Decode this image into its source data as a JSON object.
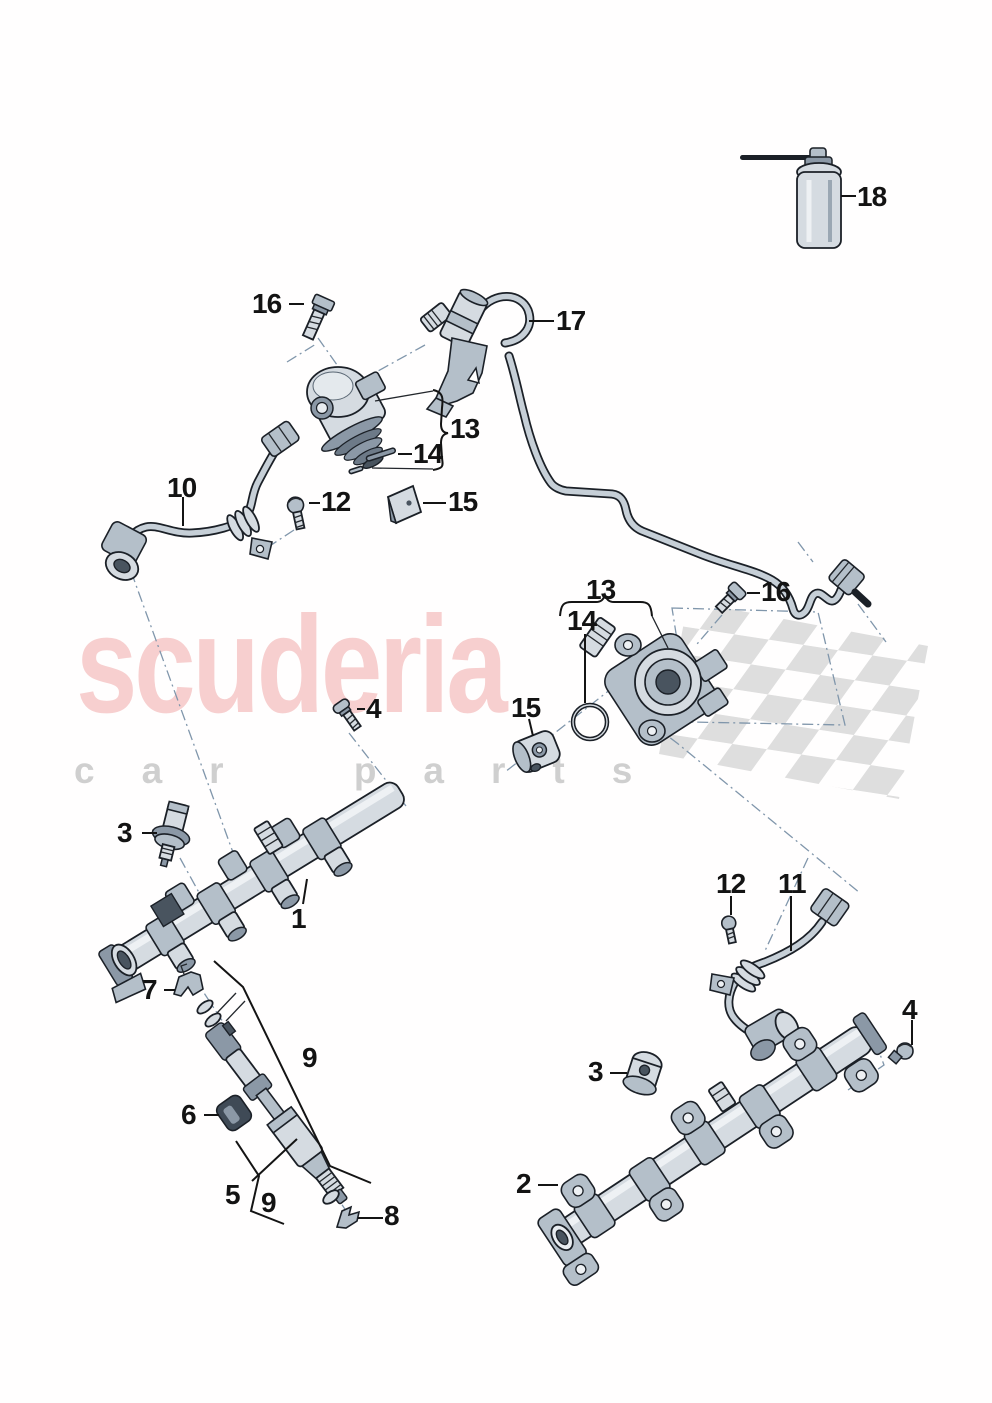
{
  "watermark": {
    "brand": "scuderia",
    "tagline": "car parts"
  },
  "callouts": [
    {
      "ref": "18"
    },
    {
      "ref": "16"
    },
    {
      "ref": "17"
    },
    {
      "ref": "13"
    },
    {
      "ref": "14"
    },
    {
      "ref": "12"
    },
    {
      "ref": "15"
    },
    {
      "ref": "10"
    },
    {
      "ref": "13"
    },
    {
      "ref": "14"
    },
    {
      "ref": "16"
    },
    {
      "ref": "15"
    },
    {
      "ref": "4"
    },
    {
      "ref": "3"
    },
    {
      "ref": "1"
    },
    {
      "ref": "7"
    },
    {
      "ref": "9"
    },
    {
      "ref": "6"
    },
    {
      "ref": "5"
    },
    {
      "ref": "9"
    },
    {
      "ref": "8"
    },
    {
      "ref": "12"
    },
    {
      "ref": "11"
    },
    {
      "ref": "3"
    },
    {
      "ref": "2"
    },
    {
      "ref": "4"
    }
  ],
  "colors": {
    "watermark_pink": "#f7cfcf",
    "tagline_gray": "#cfcfcf",
    "checker_gray": "#dedede",
    "line_dark": "#1b2027",
    "part_light": "#d5dbe1",
    "part_mid": "#b4bfc9",
    "construction_blue": "#8096ab"
  }
}
